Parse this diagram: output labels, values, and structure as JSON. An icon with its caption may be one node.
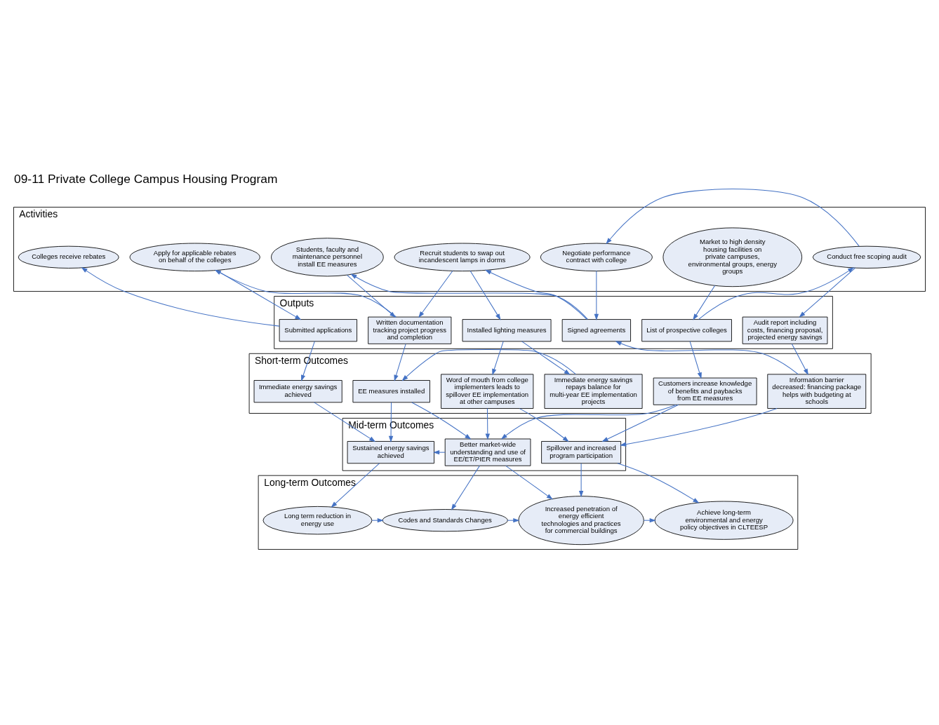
{
  "diagram": {
    "title": "09-11 Private College Campus Housing Program",
    "nodes": [
      {
        "text": [
          "Activities"
        ]
      },
      {
        "text": [
          "Outputs"
        ]
      },
      {
        "text": [
          "Short-term Outcomes"
        ]
      },
      {
        "text": [
          "Mid-term Outcomes"
        ]
      },
      {
        "text": [
          "Long-term Outcomes"
        ]
      },
      {
        "text": [
          "Market to high density housing facilities on private campuses, environmental groups, energy groups"
        ],
        "in": 0
      },
      {
        "text": [
          "Conduct free scoping audit"
        ],
        "in": 0
      },
      {
        "text": [
          "Negotiate performance contract with college"
        ],
        "in": 0
      },
      {
        "text": [
          "Recruit students to swap out incandescent lamps in dorms"
        ],
        "in": 0
      },
      {
        "text": [
          "Students, faculty and maintenance personnel install EE measures"
        ],
        "in": 0
      },
      {
        "text": [
          "Apply for applicable rebates on behalf of the colleges"
        ],
        "in": 0
      },
      {
        "text": [
          "Colleges receive rebates"
        ],
        "in": 0
      },
      {
        "text": [
          "List of prospective colleges"
        ],
        "in": 1
      },
      {
        "text": [
          "Audit report including costs, financing proposal, projected energy savings"
        ],
        "in": 1
      },
      {
        "text": [
          "Signed agreements"
        ],
        "in": 1
      },
      {
        "text": [
          "Installed lighting measures"
        ],
        "in": 1
      },
      {
        "text": [
          "Written documentation tracking project progress and completion"
        ],
        "in": 1
      },
      {
        "text": [
          "Submitted applications"
        ],
        "in": 1
      },
      {
        "text": [
          "Customers increase knowledge of benefits and paybacks from EE measures"
        ],
        "in": 2
      },
      {
        "text": [
          "Word of mouth from college implementers leads to spillover EE implementation at other campuses"
        ],
        "in": 2
      },
      {
        "text": [
          "Information barrier decreased: financing package helps with budgeting at schools"
        ],
        "in": 2
      },
      {
        "text": [
          "Immediate energy savings repays balance for multi-year EE implementation projects"
        ],
        "in": 2
      },
      {
        "text": [
          "EE measures installed"
        ],
        "in": 2
      },
      {
        "text": [
          "Immediate energy savings achieved"
        ],
        "in": 2
      },
      {
        "text": [
          "Spillover and increased program participation"
        ],
        "in": 3
      },
      {
        "text": [
          "Better market-wide understanding and use of EE/ET/PIER measures"
        ],
        "in": 3
      },
      {
        "text": [
          "Sustained energy savings achieved"
        ],
        "in": 3
      },
      {
        "text": [
          "Achieve long-term environmental and energy policy objectives in CLTEESP"
        ],
        "in": 4
      },
      {
        "text": [
          "Increased penetration of energy efficient technologies and practices for commercial buildings"
        ],
        "in": 4
      },
      {
        "text": [
          "Codes and Standards Changes"
        ],
        "in": 4
      },
      {
        "text": [
          "Long term reduction in energy use"
        ],
        "in": 4
      }
    ],
    "edges": [
      {
        "from": 5,
        "to": 12,
        "arrow": "to"
      },
      {
        "from": 12,
        "to": 6,
        "arrow": "to"
      },
      {
        "from": 6,
        "to": 13,
        "arrow": "to"
      },
      {
        "from": 6,
        "to": 7,
        "arrow": "to"
      },
      {
        "from": 7,
        "to": 14,
        "arrow": "to"
      },
      {
        "from": 14,
        "to": 8,
        "arrow": "to"
      },
      {
        "from": 14,
        "to": 9,
        "arrow": "to"
      },
      {
        "from": 8,
        "to": 15,
        "arrow": "to"
      },
      {
        "from": 8,
        "to": 16,
        "arrow": "to"
      },
      {
        "from": 9,
        "to": 16,
        "arrow": "to"
      },
      {
        "from": 16,
        "to": 10,
        "arrow": "to"
      },
      {
        "from": 10,
        "to": 17,
        "arrow": "to"
      },
      {
        "from": 17,
        "to": 11,
        "arrow": "to"
      },
      {
        "from": 12,
        "to": 18,
        "arrow": "to"
      },
      {
        "from": 13,
        "to": 20,
        "arrow": "to"
      },
      {
        "from": 20,
        "to": 14,
        "arrow": "to"
      },
      {
        "from": 15,
        "to": 19,
        "arrow": "to"
      },
      {
        "from": 15,
        "to": 21,
        "arrow": "to"
      },
      {
        "from": 16,
        "to": 22,
        "arrow": "to"
      },
      {
        "from": 17,
        "to": 23,
        "arrow": "to"
      },
      {
        "from": 21,
        "to": 22,
        "arrow": "to"
      },
      {
        "from": 18,
        "to": 24,
        "arrow": "to"
      },
      {
        "from": 18,
        "to": 25,
        "arrow": "to"
      },
      {
        "from": 19,
        "to": 24,
        "arrow": "to"
      },
      {
        "from": 19,
        "to": 25,
        "arrow": "to"
      },
      {
        "from": 20,
        "to": 24,
        "arrow": "to"
      },
      {
        "from": 22,
        "to": 25,
        "arrow": "to"
      },
      {
        "from": 22,
        "to": 26,
        "arrow": "to"
      },
      {
        "from": 23,
        "to": 26,
        "arrow": "to"
      },
      {
        "from": 25,
        "to": 26,
        "arrow": "to"
      },
      {
        "from": 24,
        "to": 27,
        "arrow": "to"
      },
      {
        "from": 24,
        "to": 28,
        "arrow": "to"
      },
      {
        "from": 25,
        "to": 28,
        "arrow": "to"
      },
      {
        "from": 25,
        "to": 29,
        "arrow": "to"
      },
      {
        "from": 26,
        "to": 30,
        "arrow": "to"
      },
      {
        "from": 30,
        "to": 29,
        "arrow": "to"
      },
      {
        "from": 29,
        "to": 28,
        "arrow": "to"
      },
      {
        "from": 28,
        "to": 27,
        "arrow": "to"
      }
    ]
  }
}
